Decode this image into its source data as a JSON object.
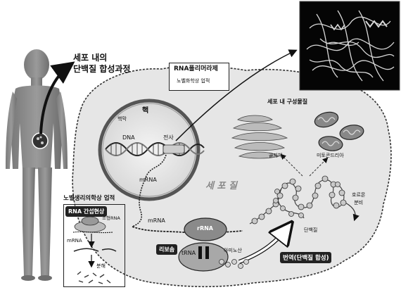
{
  "title": {
    "line1": "세포 내의",
    "line2": "단백질 합성과정"
  },
  "rna_box": {
    "title": "RNA폴리머라제",
    "subtitle": "노벨화학상 업적"
  },
  "nucleus": {
    "label": "핵",
    "membrane": "핵막",
    "dna": "DNA",
    "transcription": "전사",
    "mrna": "mRNA"
  },
  "cell_label": "세 포 질",
  "organelles": {
    "title": "세포 내 구성물질",
    "golgi": "골지체",
    "mito": "미토콘드리아",
    "secretion": "호르몬\n분비"
  },
  "nobel_box": {
    "title": "노벨생리의학상 업적",
    "rna_label": "RNA 간섭현상",
    "small_rna": "소형RNA",
    "mrna": "mRNA",
    "decompose": "분해"
  },
  "ribosome": {
    "mrna": "mRNA",
    "rrna": "rRNA",
    "label": "리보솜",
    "trna": "tRNA",
    "amino": "아미노산"
  },
  "protein_label": "단백질",
  "translation_label": "번역(단백질 합성)"
}
